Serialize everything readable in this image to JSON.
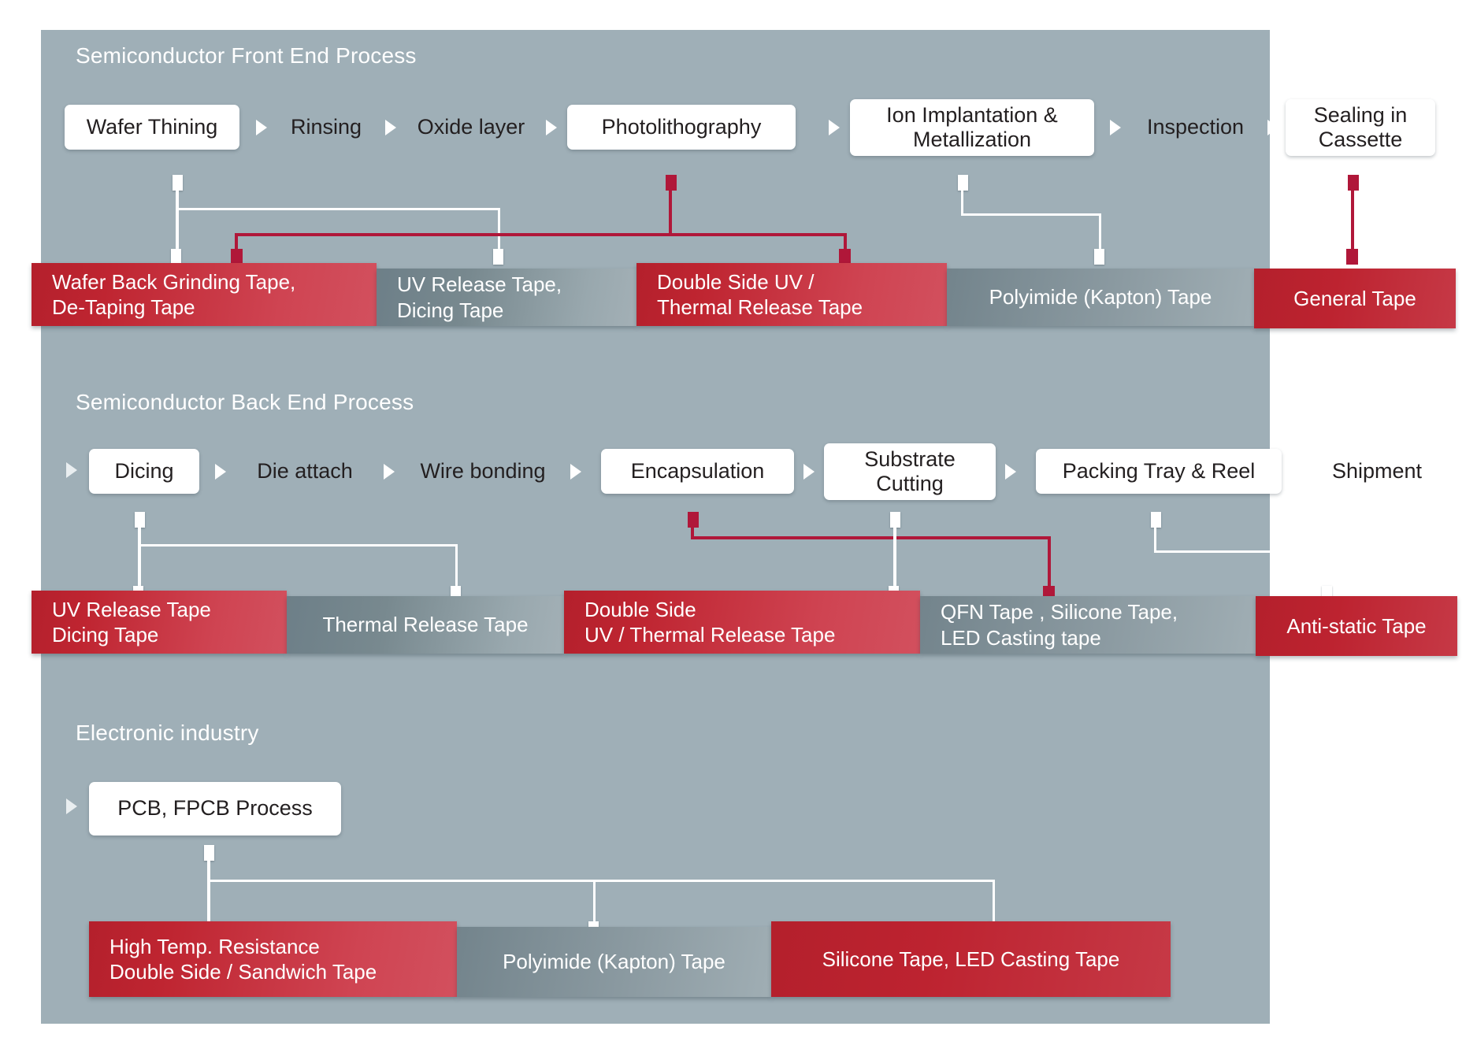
{
  "palette": {
    "panel_bg": "#9fafb7",
    "red": "#b4202c",
    "red_line": "#b01739",
    "grey_bar": "#78898f",
    "white": "#ffffff",
    "text_dark": "#231f20"
  },
  "sections": [
    {
      "id": "front-end",
      "title": "Semiconductor Front End Process",
      "steps": [
        {
          "label": "Wafer Thining",
          "boxed": true
        },
        {
          "label": "Rinsing",
          "boxed": false
        },
        {
          "label": "Oxide layer",
          "boxed": false
        },
        {
          "label": "Photolithography",
          "boxed": true
        },
        {
          "label": "Ion Implantation &\nMetallization",
          "boxed": true
        },
        {
          "label": "Inspection",
          "boxed": false
        },
        {
          "label": "Sealing in\nCassette",
          "boxed": true
        }
      ],
      "tapes": [
        {
          "label": "Wafer Back Grinding Tape,\nDe-Taping  Tape",
          "color": "red",
          "align": "left"
        },
        {
          "label": "UV Release Tape,\nDicing Tape",
          "color": "grey",
          "align": "left"
        },
        {
          "label": "Double Side UV /\nThermal Release Tape",
          "color": "red",
          "align": "left"
        },
        {
          "label": "Polyimide (Kapton) Tape",
          "color": "grey",
          "align": "center"
        },
        {
          "label": "General Tape",
          "color": "red",
          "align": "center"
        }
      ]
    },
    {
      "id": "back-end",
      "title": "Semiconductor Back End Process",
      "steps": [
        {
          "label": "Dicing",
          "boxed": true
        },
        {
          "label": "Die attach",
          "boxed": false
        },
        {
          "label": "Wire bonding",
          "boxed": false
        },
        {
          "label": "Encapsulation",
          "boxed": true
        },
        {
          "label": "Substrate\nCutting",
          "boxed": true
        },
        {
          "label": "Packing  Tray & Reel",
          "boxed": true
        },
        {
          "label": "Shipment",
          "boxed": false
        }
      ],
      "tapes": [
        {
          "label": "UV Release Tape\nDicing Tape",
          "color": "red",
          "align": "left"
        },
        {
          "label": "Thermal Release Tape",
          "color": "grey",
          "align": "center"
        },
        {
          "label": "Double Side\nUV / Thermal Release Tape",
          "color": "red",
          "align": "left"
        },
        {
          "label": "QFN Tape , Silicone Tape,\nLED Casting tape",
          "color": "grey",
          "align": "left"
        },
        {
          "label": "Anti-static Tape",
          "color": "red",
          "align": "center"
        }
      ]
    },
    {
      "id": "electronic",
      "title": "Electronic industry",
      "steps": [
        {
          "label": "PCB, FPCB Process",
          "boxed": true
        }
      ],
      "tapes": [
        {
          "label": "High Temp. Resistance\nDouble Side / Sandwich Tape",
          "color": "red",
          "align": "left"
        },
        {
          "label": "Polyimide (Kapton) Tape",
          "color": "grey",
          "align": "center"
        },
        {
          "label": "Silicone Tape, LED Casting Tape",
          "color": "red",
          "align": "center"
        }
      ]
    }
  ]
}
